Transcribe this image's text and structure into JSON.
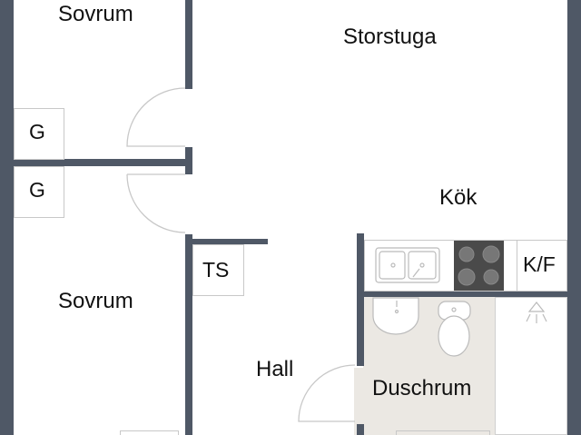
{
  "floorplan": {
    "rooms": {
      "bedroom_top": "Sovrum",
      "living_room": "Storstuga",
      "kitchen": "Kök",
      "bedroom_bottom": "Sovrum",
      "hall": "Hall",
      "shower_room": "Duschrum"
    },
    "fixtures": {
      "closet_1": "G",
      "closet_2": "G",
      "drying_cabinet": "TS",
      "fridge_freezer": "K/F"
    },
    "colors": {
      "wall": "#4f5866",
      "bathroom_floor": "#ebe8e3",
      "stove": "#4a4a4a",
      "fixture_line": "#c8c8c8"
    }
  }
}
